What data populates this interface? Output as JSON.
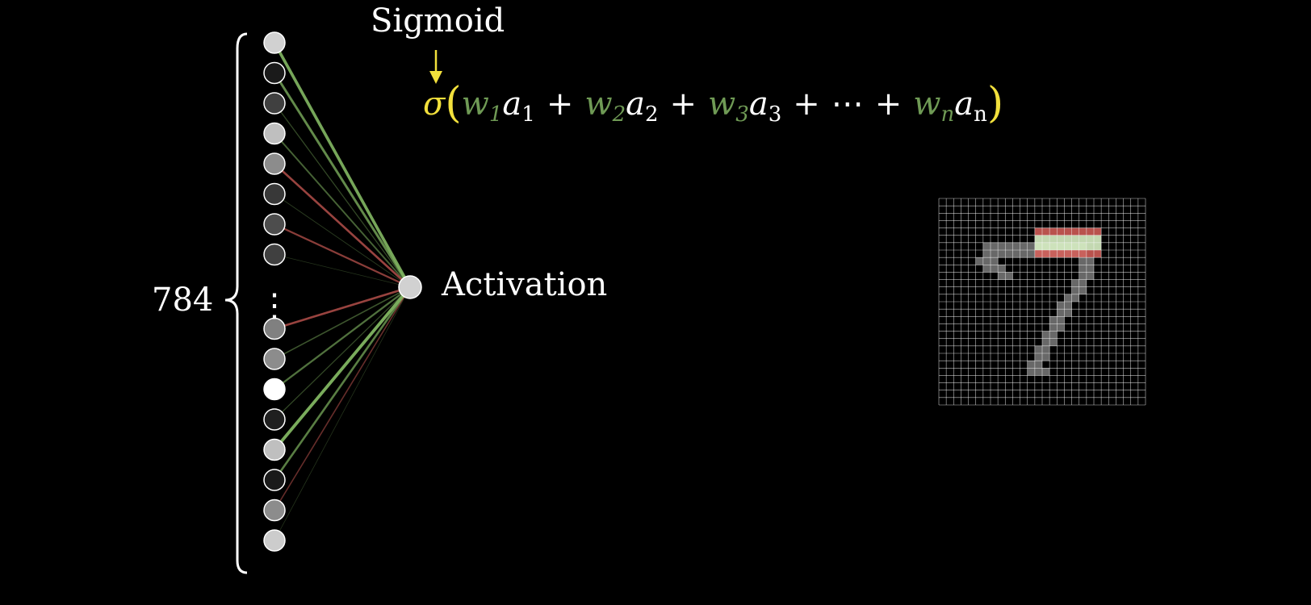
{
  "labels": {
    "neuron_count": "784",
    "sigmoid": "Sigmoid",
    "activation": "Activation"
  },
  "formula": {
    "sigma": "σ",
    "open_paren": "(",
    "close_paren": ")",
    "terms": [
      {
        "w": "w",
        "w_sub": "1",
        "a": "a",
        "a_sub": "1"
      },
      {
        "w": "w",
        "w_sub": "2",
        "a": "a",
        "a_sub": "2"
      },
      {
        "w": "w",
        "w_sub": "3",
        "a": "a",
        "a_sub": "3"
      },
      {
        "w": "w",
        "w_sub": "n",
        "a": "a",
        "a_sub": "n"
      }
    ],
    "plus": "+",
    "ellipsis": "⋯"
  },
  "colors": {
    "sigmoid_yellow": "#f2e03c",
    "weight_green": "#7fb360",
    "weight_red": "#d9605a",
    "grid_line": "#ffffff"
  },
  "input_layer": {
    "vertical_dots": "⋮",
    "neurons": [
      {
        "brightness": 0.82,
        "weight": 0.9
      },
      {
        "brightness": 0.1,
        "weight": 0.7
      },
      {
        "brightness": 0.25,
        "weight": 0.2
      },
      {
        "brightness": 0.75,
        "weight": 0.4
      },
      {
        "brightness": 0.55,
        "weight": -0.6
      },
      {
        "brightness": 0.22,
        "weight": 0.1
      },
      {
        "brightness": 0.3,
        "weight": -0.5
      },
      {
        "brightness": 0.25,
        "weight": 0.05
      },
      {
        "brightness": 0.5,
        "weight": -0.6
      },
      {
        "brightness": 0.55,
        "weight": 0.3
      },
      {
        "brightness": 1.0,
        "weight": 0.5
      },
      {
        "brightness": 0.12,
        "weight": 0.2
      },
      {
        "brightness": 0.75,
        "weight": 0.95
      },
      {
        "brightness": 0.1,
        "weight": 0.6
      },
      {
        "brightness": 0.55,
        "weight": -0.3
      },
      {
        "brightness": 0.8,
        "weight": 0.05
      }
    ]
  },
  "output_neuron": {
    "brightness": 0.82
  },
  "digit_grid": {
    "size": 28,
    "highlight_rows": {
      "positive": [
        5,
        6
      ],
      "negative": [
        4,
        7
      ],
      "col_start": 13,
      "col_end": 22
    }
  }
}
